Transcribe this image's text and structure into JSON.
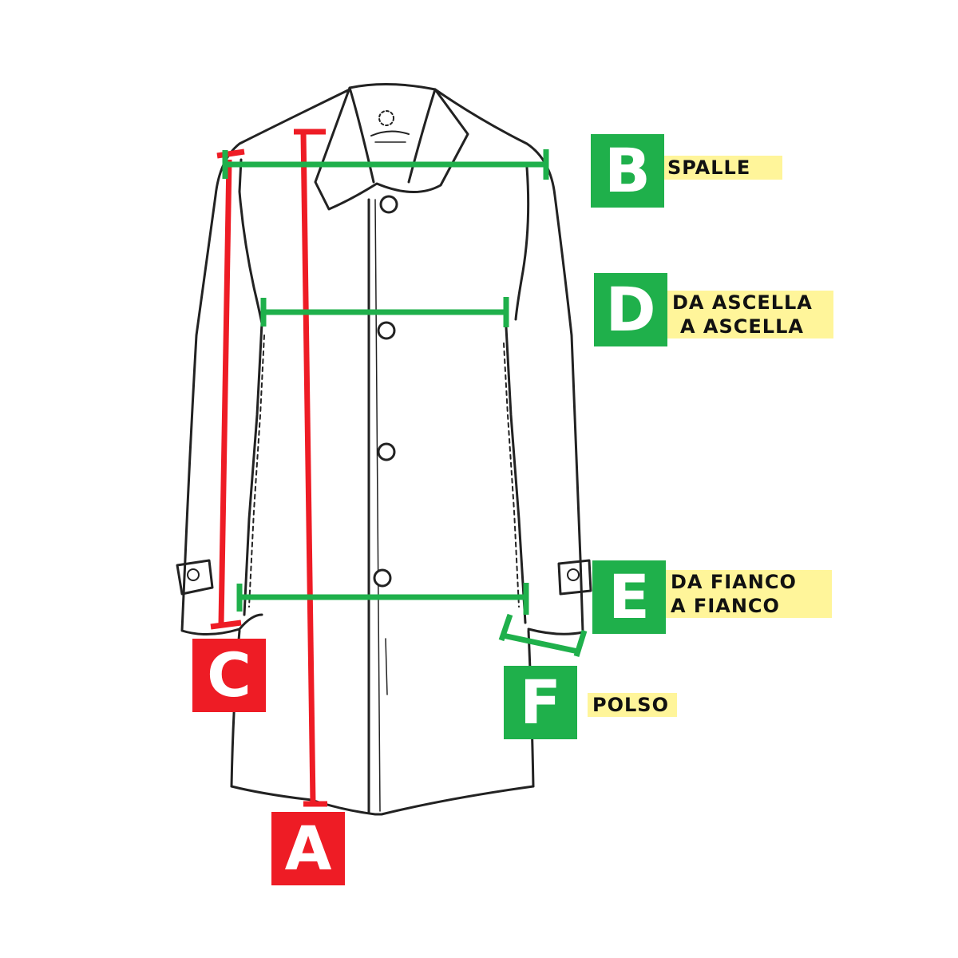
{
  "colors": {
    "green": "#1fb04b",
    "red": "#ee1c25",
    "highlight": "#fff59a",
    "outline": "#222222"
  },
  "measurements": [
    {
      "letter": "A",
      "color": "red",
      "lines": []
    },
    {
      "letter": "B",
      "color": "green",
      "lines": [
        "SPALLE"
      ]
    },
    {
      "letter": "C",
      "color": "red",
      "lines": []
    },
    {
      "letter": "D",
      "color": "green",
      "lines": [
        "DA ASCELLA",
        "A ASCELLA"
      ]
    },
    {
      "letter": "E",
      "color": "green",
      "lines": [
        "DA FIANCO",
        "A FIANCO"
      ]
    },
    {
      "letter": "F",
      "color": "green",
      "lines": [
        "POLSO"
      ]
    }
  ],
  "icons": [
    "coat-outline-icon",
    "button-icon",
    "tab-icon"
  ]
}
